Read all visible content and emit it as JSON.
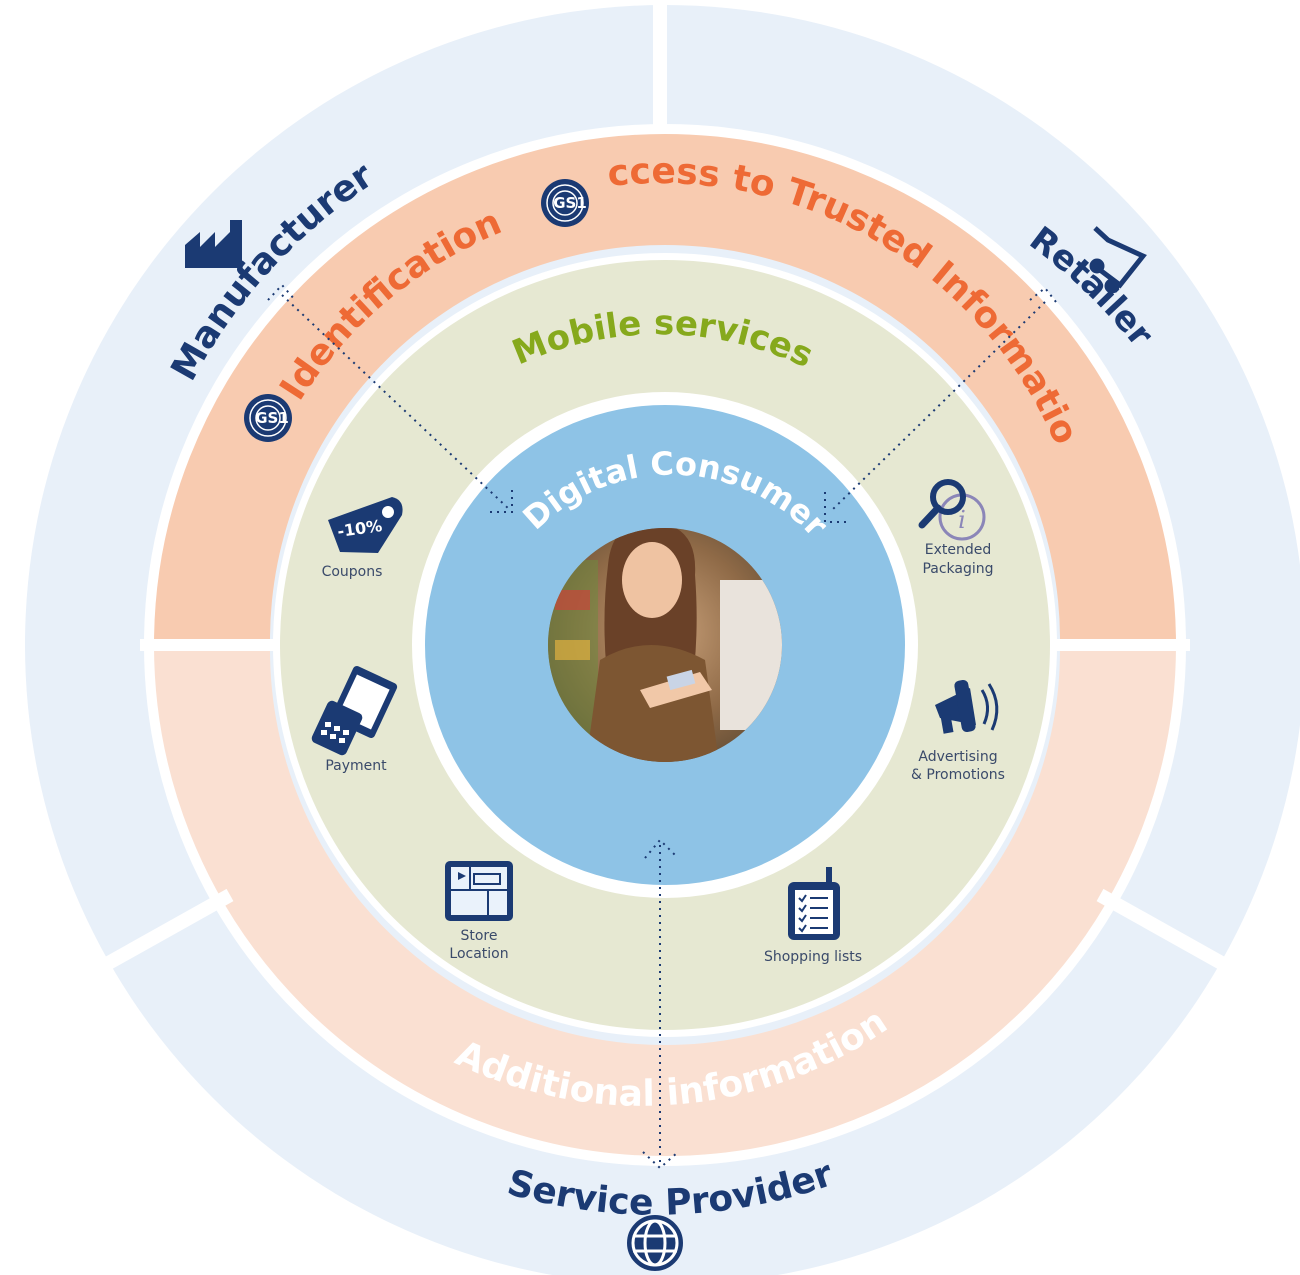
{
  "ring_labels": {
    "manufacturer": "Manufacturer",
    "retailer": "Retailer",
    "service_provider": "Service Provider",
    "identification": "Identification",
    "access": "Access to Trusted Information",
    "additional": "Additional information",
    "mobile": "Mobile services",
    "digital": "Digital Consumer"
  },
  "gs1_logo_text": "GS1",
  "services": {
    "coupons": {
      "label": "Coupons",
      "badge": "-10%",
      "icon": "price-tag-icon"
    },
    "extended_line1": "Extended",
    "extended_line2": "Packaging",
    "payment": {
      "label": "Payment",
      "icon": "banknotes-phone-icon"
    },
    "advertising_line1": "Advertising",
    "advertising_line2": "& Promotions",
    "store_line1": "Store",
    "store_line2": "Location",
    "shopping": {
      "label": "Shopping lists",
      "icon": "checklist-phone-icon"
    }
  },
  "icons": {
    "manufacturer": "factory-icon",
    "retailer": "shopping-cart-icon",
    "service_provider": "globe-icon",
    "extended_packaging": "magnifier-info-icon",
    "advertising": "megaphone-icon",
    "store_location": "floor-plan-icon"
  },
  "colors": {
    "outer_ring": "#e8f0f9",
    "trusted_ring": "#f8cbb0",
    "additional_ring": "#fae0d2",
    "mobile_ring": "#e6e8d2",
    "consumer_circle": "#8ec3e6",
    "navy": "#1b3a73",
    "orange": "#ee6a35",
    "green": "#86a91c"
  }
}
